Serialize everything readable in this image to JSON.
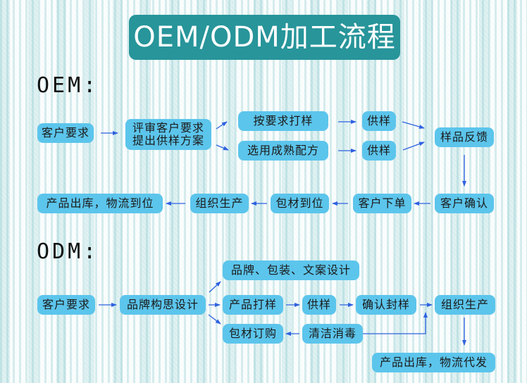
{
  "title": "OEM/ODM加工流程",
  "colors": {
    "title_bg": "#27959a",
    "node_bg": "#5cc5ec",
    "arrow": "#2f62e0"
  },
  "oem": {
    "label": "OEM:",
    "nodes": {
      "customer_request": "客户要求",
      "review_line1": "评审客户要求",
      "review_line2": "提出供样方案",
      "sample_by_request": "按要求打样",
      "choose_formula": "选用成熟配方",
      "supply_sample_1": "供样",
      "supply_sample_2": "供样",
      "sample_feedback": "样品反馈",
      "customer_confirm": "客户确认",
      "customer_order": "客户下单",
      "packaging_ready": "包材到位",
      "organize_production": "组织生产",
      "warehouse_logistics": "产品出库，物流到位"
    }
  },
  "odm": {
    "label": "ODM:",
    "nodes": {
      "customer_request": "客户要求",
      "brand_design": "品牌构思设计",
      "brand_package_copy": "品牌、包装、文案设计",
      "product_sampling": "产品打样",
      "packaging_order": "包材订购",
      "supply_sample": "供样",
      "confirm_seal_sample": "确认封样",
      "clean_disinfect": "清洁消毒",
      "organize_production": "组织生产",
      "warehouse_logistics": "产品出库，物流代发"
    }
  }
}
